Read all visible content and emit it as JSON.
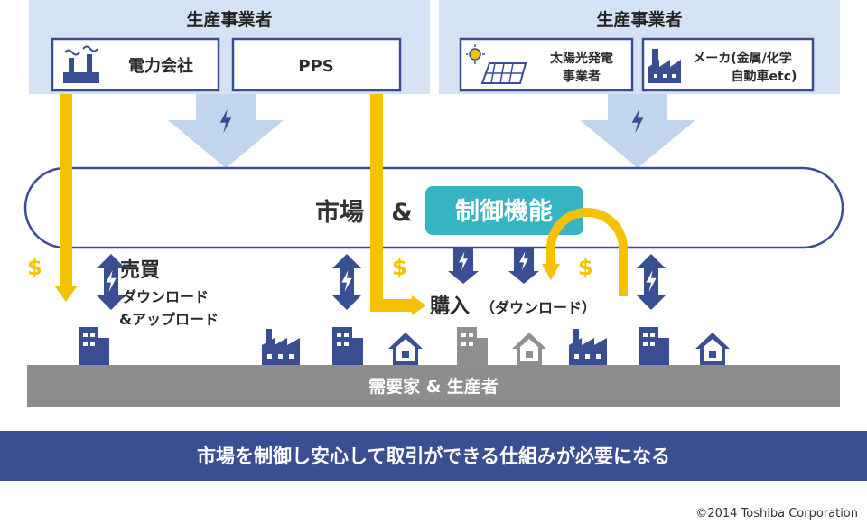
{
  "colors": {
    "group_bg": "#d5e2f4",
    "arrow_light": "#c2d5ee",
    "navy": "#3a4e92",
    "teal": "#36b4c3",
    "yellow": "#f5c200",
    "gray": "#8c8d8c",
    "building_gray": "#8e9090",
    "banner": "#3a4e92"
  },
  "producers_left": {
    "title": "生産事業者",
    "box1": {
      "label": "電力会社",
      "icon": "factory-icon"
    },
    "box2": {
      "label": "PPS"
    }
  },
  "producers_right": {
    "title": "生産事業者",
    "box1": {
      "label_line1": "太陽光発電",
      "label_line2": "事業者",
      "icon": "solar-panel-icon"
    },
    "box2": {
      "label_line1": "メーカ(金属/化学",
      "label_line2": "自動車etc)",
      "icon": "factory-icon"
    }
  },
  "market": {
    "label": "市場",
    "ampersand": "&",
    "control": "制御機能"
  },
  "flows": {
    "dollar": "$",
    "trade_label": "売買",
    "trade_sub1": "ダウンロード",
    "trade_sub2": "&アップロード",
    "purchase_label": "購入",
    "purchase_sub": "（ダウンロード）"
  },
  "consumers": {
    "label": "需要家 & 生産者",
    "icons": [
      "building-icon",
      "factory-icon",
      "building-icon",
      "house-icon",
      "building-icon",
      "house-icon",
      "factory-icon",
      "building-icon",
      "house-icon"
    ]
  },
  "banner": {
    "text": "市場を制御し安心して取引ができる仕組みが必要になる"
  },
  "copyright": "©2014 Toshiba Corporation"
}
